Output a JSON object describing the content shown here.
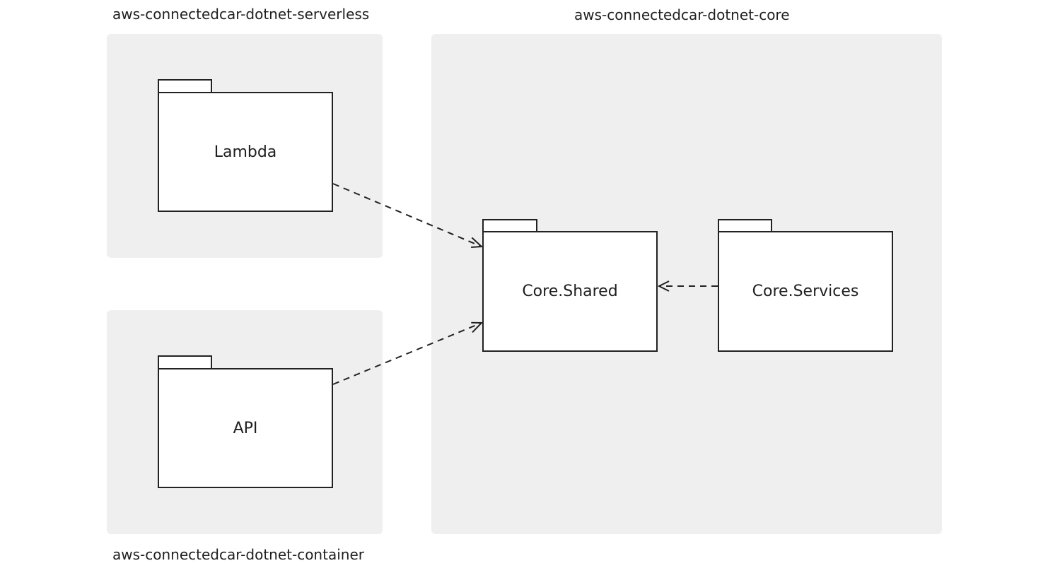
{
  "groups": {
    "serverless": {
      "title": "aws-connectedcar-dotnet-serverless"
    },
    "container": {
      "title": "aws-connectedcar-dotnet-container"
    },
    "core": {
      "title": "aws-connectedcar-dotnet-core"
    }
  },
  "packages": {
    "lambda": {
      "label": "Lambda"
    },
    "api": {
      "label": "API"
    },
    "core_shared": {
      "label": "Core.Shared"
    },
    "core_services": {
      "label": "Core.Services"
    }
  },
  "dependencies": [
    {
      "from": "Lambda",
      "to": "Core.Shared",
      "style": "dashed"
    },
    {
      "from": "API",
      "to": "Core.Shared",
      "style": "dashed"
    },
    {
      "from": "Core.Services",
      "to": "Core.Shared",
      "style": "dashed"
    }
  ],
  "colors": {
    "group_background": "#efefef",
    "line": "#222222",
    "package_fill": "#ffffff"
  }
}
